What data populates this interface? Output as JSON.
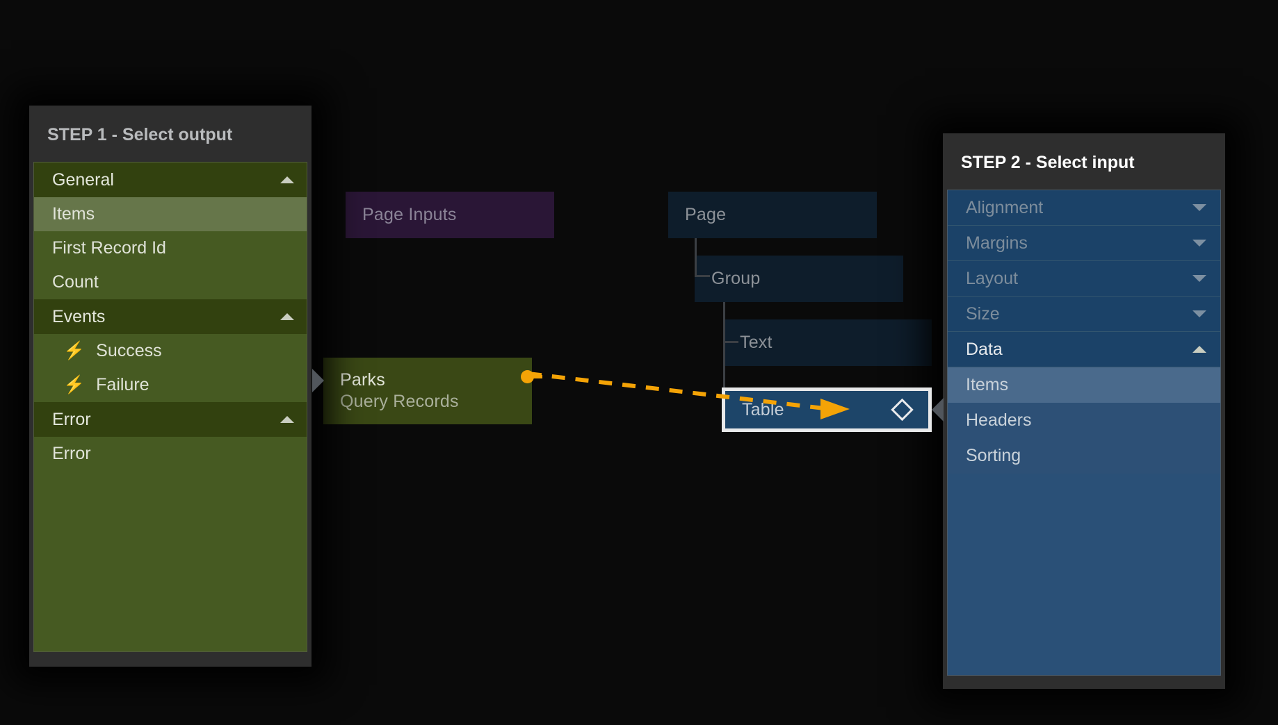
{
  "canvas": {
    "background_color": "#0a0a0a",
    "accent_color": "#f4a306",
    "selection_color": "#e8e9ea"
  },
  "step1": {
    "title": "STEP 1 - Select output",
    "sections": [
      {
        "label": "General",
        "expanded": true,
        "chevron": "chevron-up-icon",
        "items": [
          {
            "label": "Items",
            "selected": true,
            "icon": null
          },
          {
            "label": "First Record Id",
            "selected": false,
            "icon": null
          },
          {
            "label": "Count",
            "selected": false,
            "icon": null
          }
        ]
      },
      {
        "label": "Events",
        "expanded": true,
        "chevron": "chevron-up-icon",
        "items": [
          {
            "label": "Success",
            "selected": false,
            "icon": "lightning-bolt-icon"
          },
          {
            "label": "Failure",
            "selected": false,
            "icon": "lightning-bolt-icon"
          }
        ]
      },
      {
        "label": "Error",
        "expanded": true,
        "chevron": "chevron-up-icon",
        "items": [
          {
            "label": "Error",
            "selected": false,
            "icon": null
          }
        ]
      }
    ]
  },
  "step2": {
    "title": "STEP 2 - Select input",
    "sections": [
      {
        "label": "Alignment",
        "expanded": false,
        "chevron": "chevron-down-icon",
        "items": []
      },
      {
        "label": "Margins",
        "expanded": false,
        "chevron": "chevron-down-icon",
        "items": []
      },
      {
        "label": "Layout",
        "expanded": false,
        "chevron": "chevron-down-icon",
        "items": []
      },
      {
        "label": "Size",
        "expanded": false,
        "chevron": "chevron-down-icon",
        "items": []
      },
      {
        "label": "Data",
        "expanded": true,
        "chevron": "chevron-up-icon",
        "items": [
          {
            "label": "Items",
            "selected": true
          },
          {
            "label": "Headers",
            "selected": false
          },
          {
            "label": "Sorting",
            "selected": false
          }
        ]
      }
    ]
  },
  "nodes": {
    "page_inputs": {
      "label": "Page Inputs",
      "type": "page-inputs",
      "color": "#2a1636"
    },
    "page": {
      "label": "Page",
      "type": "tree-node",
      "color": "#0e1d2b"
    },
    "group": {
      "label": "Group",
      "type": "tree-node",
      "color": "#0e1d2b"
    },
    "text": {
      "label": "Text",
      "type": "tree-node",
      "color": "#0e1d2b"
    },
    "table": {
      "label": "Table",
      "type": "tree-node-selected",
      "color": "#1d4569",
      "icon": "diamond-icon",
      "selected": true
    },
    "parks": {
      "title": "Parks",
      "subtitle": "Query Records",
      "type": "action-node",
      "color": "#3a4815",
      "output_port": "output-dot"
    }
  },
  "connection": {
    "from": "parks",
    "to": "table",
    "style": "dashed",
    "color": "#f4a306",
    "arrow": "arrow-right-icon"
  }
}
